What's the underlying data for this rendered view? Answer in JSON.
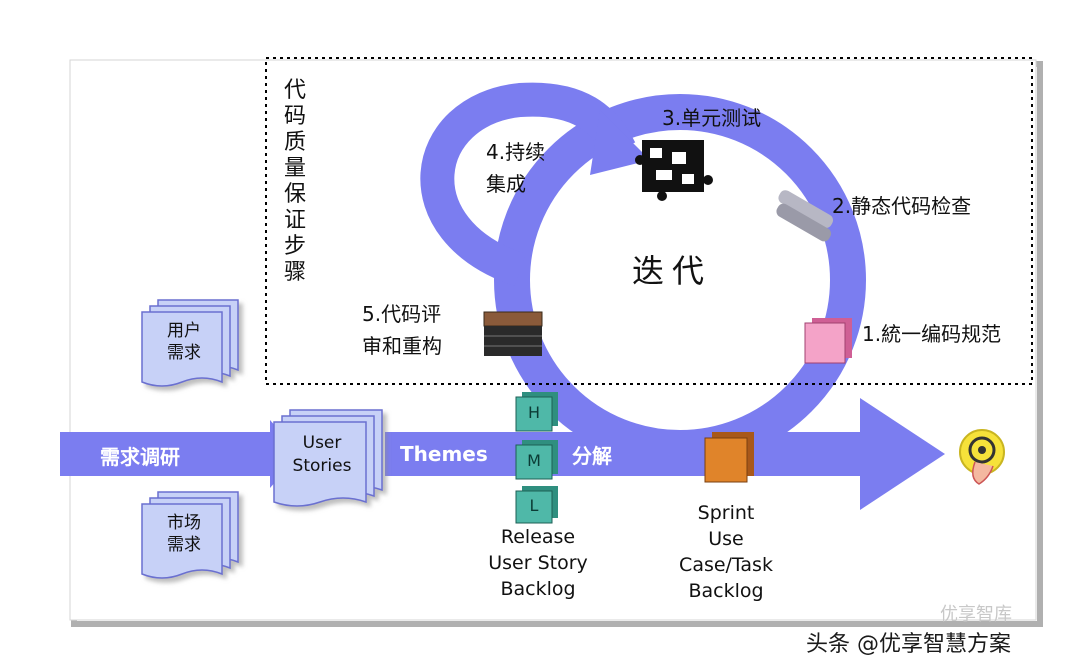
{
  "diagram": {
    "title_vertical": [
      "代",
      "码",
      "质",
      "量",
      "保",
      "证",
      "步",
      "骤"
    ],
    "center_label": "迭代",
    "steps": {
      "step1": "1.統一编码规范",
      "step2": "2.静态代码检查",
      "step3": "3.单元测试",
      "step4_line1": "4.持续",
      "step4_line2": "集成",
      "step5_line1": "5.代码评",
      "step5_line2": "审和重构"
    },
    "inputs": {
      "user_req_line1": "用户",
      "user_req_line2": "需求",
      "market_req_line1": "市场",
      "market_req_line2": "需求"
    },
    "flow": {
      "research": "需求调研",
      "user_stories_line1": "User",
      "user_stories_line2": "Stories",
      "themes": "Themes",
      "decompose": "分解"
    },
    "priority_cards": [
      "H",
      "M",
      "L"
    ],
    "release_backlog": [
      "Release",
      "User Story",
      "Backlog"
    ],
    "sprint_backlog": [
      "Sprint",
      "Use",
      "Case/Task",
      "Backlog"
    ],
    "colors": {
      "arrow": "#7b7df0",
      "doc_fill": "#c7d1f7",
      "card_teal": "#4fb8a8",
      "sprint_card": "#e0842a",
      "pink_card": "#f4a3c8"
    }
  },
  "watermark": {
    "brand_faint": "优享智库",
    "credit": "头条 @优享智慧方案"
  }
}
